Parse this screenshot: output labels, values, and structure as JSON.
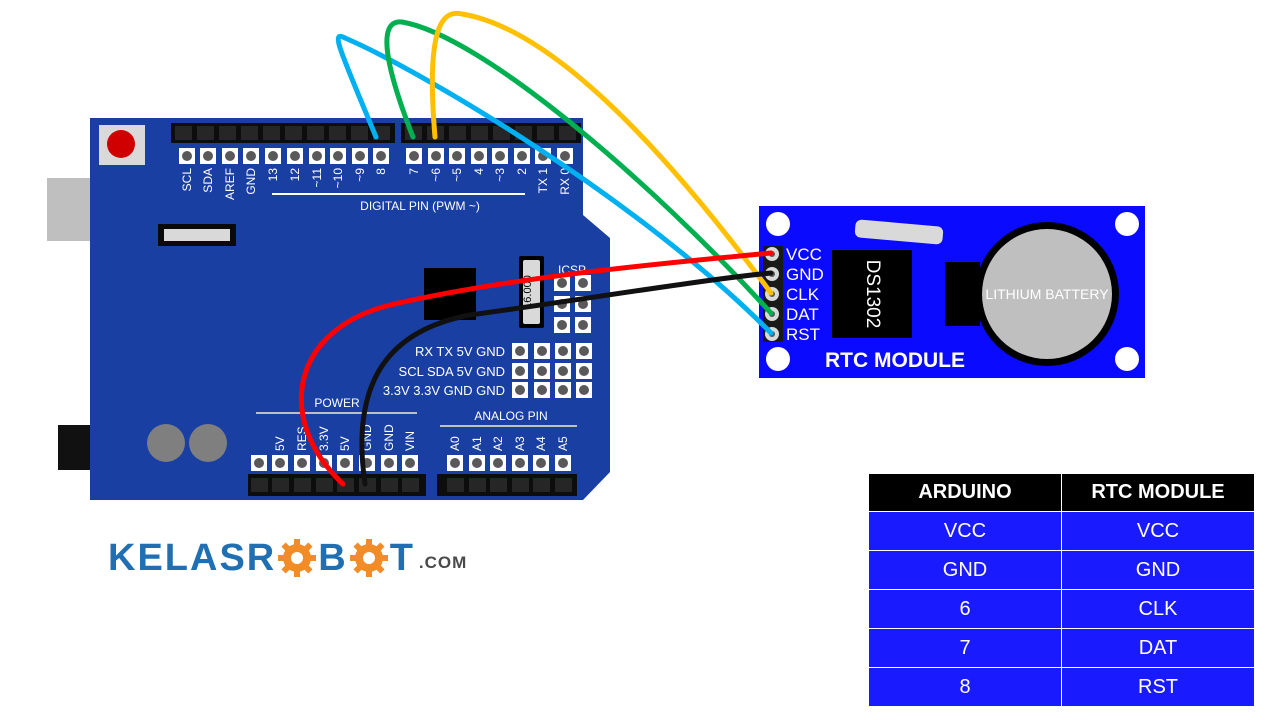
{
  "arduino": {
    "digital_pin_labels": [
      "SCL",
      "SDA",
      "AREF",
      "GND",
      "13",
      "12",
      "~11",
      "~10",
      "~9",
      "8",
      "7",
      "~6",
      "~5",
      "4",
      "~3",
      "2",
      "TX 1",
      "RX 0"
    ],
    "digital_header_title": "DIGITAL PIN (PWM ~)",
    "icsp_label": "ICSP",
    "crystal_label": "16.000",
    "header_rows": [
      [
        "RX",
        "TX",
        "5V",
        "GND"
      ],
      [
        "SCL",
        "SDA",
        "5V",
        "GND"
      ],
      [
        "3.3V",
        "3.3V",
        "GND",
        "GND"
      ]
    ],
    "power_title": "POWER",
    "power_pin_labels": [
      "5V",
      "RES",
      "3.3V",
      "5V",
      "GND",
      "GND",
      "VIN"
    ],
    "analog_title": "ANALOG PIN",
    "analog_pin_labels": [
      "A0",
      "A1",
      "A2",
      "A3",
      "A4",
      "A5"
    ]
  },
  "rtc": {
    "pin_labels": [
      "VCC",
      "GND",
      "CLK",
      "DAT",
      "RST"
    ],
    "chip_label": "DS1302",
    "battery_label": "LITHIUM BATTERY",
    "module_title": "RTC MODULE"
  },
  "wires": {
    "colors": {
      "vcc": "#ff0000",
      "gnd": "#111111",
      "clk": "#ffc000",
      "dat": "#00b050",
      "rst": "#00b0f0"
    }
  },
  "board_color": "#1a3fa3",
  "rtc_color": "#0a0aff",
  "table": {
    "headers": [
      "ARDUINO",
      "RTC MODULE"
    ],
    "rows": [
      [
        "VCC",
        "VCC"
      ],
      [
        "GND",
        "GND"
      ],
      [
        "6",
        "CLK"
      ],
      [
        "7",
        "DAT"
      ],
      [
        "8",
        "RST"
      ]
    ]
  },
  "brand": {
    "part1": "KELASR",
    "part2": "B",
    "part3": "T",
    "suffix": ".COM"
  }
}
